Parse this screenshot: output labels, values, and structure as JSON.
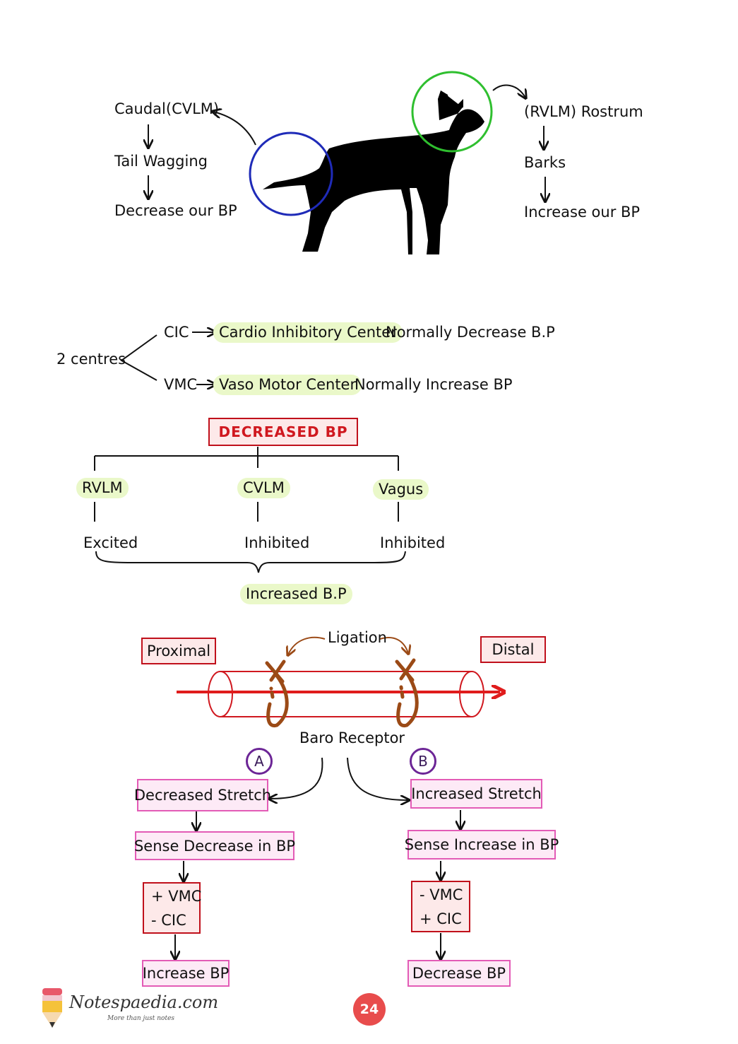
{
  "dog": {
    "left": {
      "top": "Caudal(CVLM)",
      "middle": "Tail Wagging",
      "bottom": "Decrease our BP"
    },
    "right": {
      "top": "(RVLM) Rostrum",
      "middle": "Barks",
      "bottom": "Increase our BP"
    }
  },
  "centres": {
    "label": "2 centres",
    "rows": [
      {
        "abbr": "CIC",
        "full": "Cardio Inhibitory Center",
        "effect": "Normally Decrease B.P"
      },
      {
        "abbr": "VMC",
        "full": "Vaso Motor Center",
        "effect": "Normally Increase BP"
      }
    ]
  },
  "decreased_bp": {
    "title": "DECREASED BP",
    "branches": [
      {
        "name": "RVLM",
        "state": "Excited"
      },
      {
        "name": "CVLM",
        "state": "Inhibited"
      },
      {
        "name": "Vagus",
        "state": "Inhibited"
      }
    ],
    "result": "Increased B.P"
  },
  "ligation": {
    "label": "Ligation",
    "proximal": "Proximal",
    "distal": "Distal",
    "receptor": "Baro Receptor"
  },
  "flow_a": {
    "letter": "A",
    "stretch": "Decreased Stretch",
    "sense": "Sense Decrease in BP",
    "line1": "+ VMC",
    "line2": "- CIC",
    "result": "Increase BP"
  },
  "flow_b": {
    "letter": "B",
    "stretch": "Increased Stretch",
    "sense": "Sense Increase in BP",
    "line1": "- VMC",
    "line2": "+ CIC",
    "result": "Decrease BP"
  },
  "footer": {
    "brand": "Notespaedia.com",
    "tagline": "More than just notes",
    "page": "24"
  },
  "colors": {
    "blue_circle": "#1f2bb8",
    "green_circle": "#2fbf2f",
    "red": "#d0181f",
    "brown": "#9b4a16",
    "highlight": "#eaf8c9",
    "pink": "#e35bb6",
    "purple": "#6c2596"
  }
}
